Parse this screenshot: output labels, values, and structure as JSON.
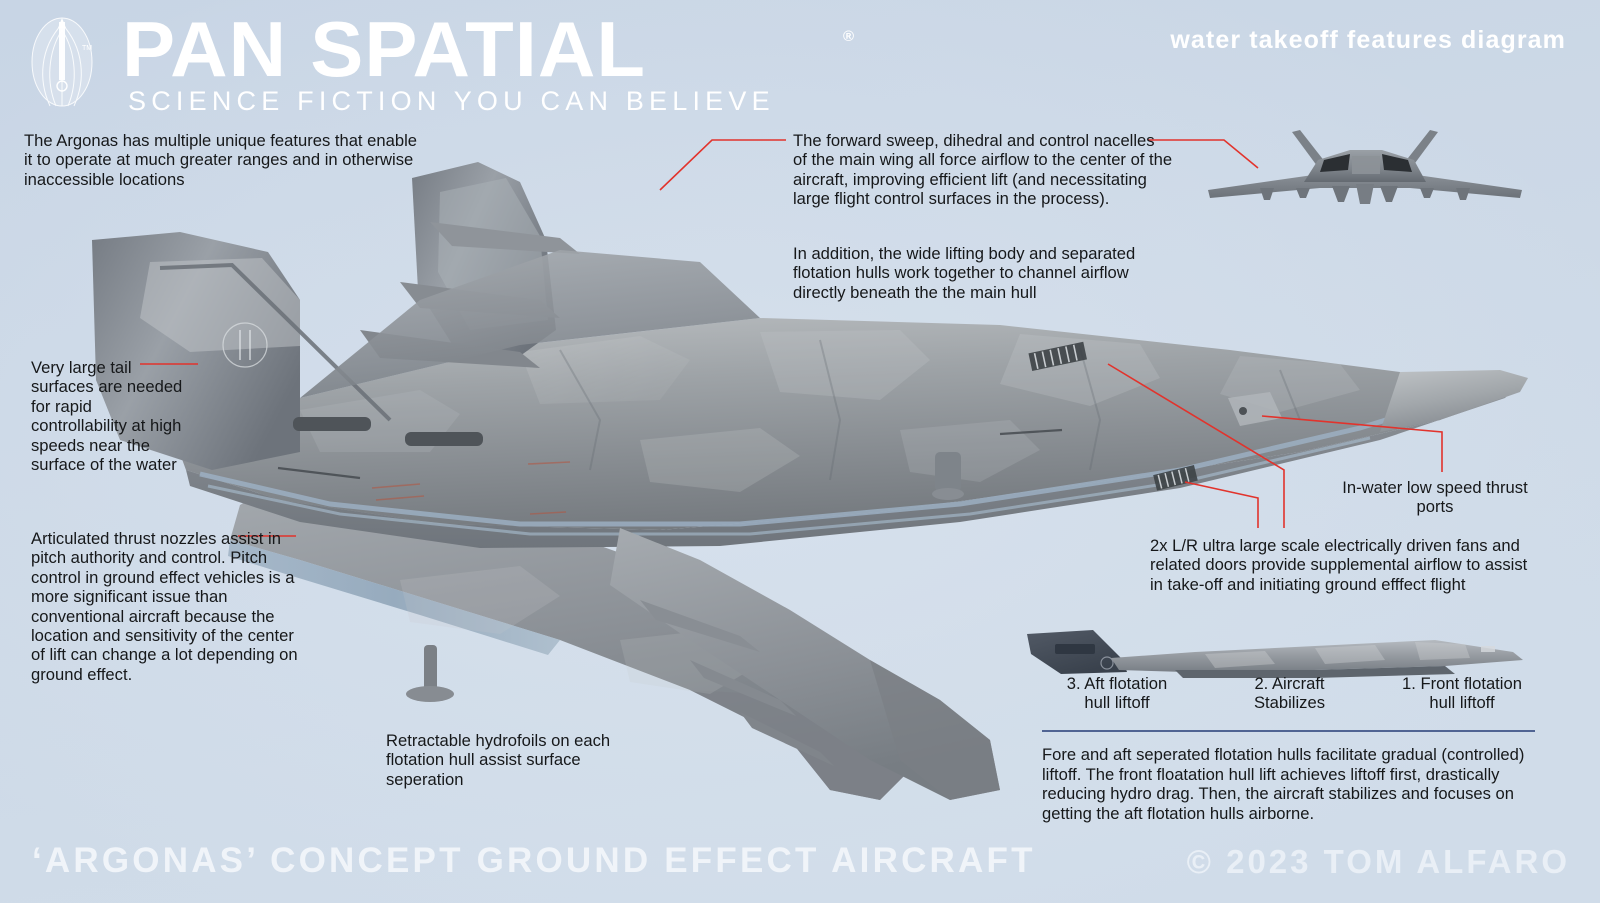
{
  "header": {
    "brand": "PAN SPATIAL",
    "registered_mark": "®",
    "tagline": "SCIENCE FICTION YOU CAN BELIEVE",
    "kicker": "water takeoff features diagram",
    "logo_icon": "pan-spatial-emblem-icon"
  },
  "footer": {
    "title": "‘ARGONAS’ CONCEPT GROUND EFFECT AIRCRAFT",
    "copyright": "© 2023  TOM ALFARO"
  },
  "annotations": {
    "intro": "The Argonas has multiple unique features that enable it to operate at much greater ranges and in otherwise inaccessible locations",
    "wing": "The forward sweep, dihedral and control nacelles of the main wing all force airflow to the center of the aircraft, improving efficient lift (and necessitating large flight control surfaces in the process).",
    "wing_secondary": "In addition, the wide lifting body and separated flotation hulls work together to channel airflow directly beneath the the main hull",
    "tail": "Very large tail surfaces are needed for rapid controllability at high speeds near the surface of the water",
    "nozzles": "Articulated thrust nozzles assist in pitch authority and control.  Pitch control in ground effect vehicles is a more significant issue than conventional aircraft because the location and sensitivity of the center of lift can change a lot depending on ground effect.",
    "hydrofoils": "Retractable hydrofoils on each flotation hull assist surface seperation",
    "thrust_ports": "In-water low speed thrust ports",
    "fans": "2x L/R ultra large scale electrically driven fans and related doors provide supplemental airflow to assist in take-off and initiating ground efffect flight",
    "liftoff_sequence_text": "Fore and aft seperated flotation hulls facilitate gradual (controlled) liftoff.  The front floatation hull lift achieves liftoff first, drastically reducing hydro drag.  Then, the aircraft stabilizes and focuses on getting the aft flotation hulls airborne."
  },
  "liftoff_sequence": [
    {
      "label": "3. Aft flotation\nhull liftoff"
    },
    {
      "label": "2. Aircraft\nStabilizes"
    },
    {
      "label": "1. Front flotation\nhull liftoff"
    }
  ],
  "views": {
    "main": "argonas-top-three-quarter-view",
    "front": "argonas-front-view",
    "side": "argonas-side-profile-view"
  },
  "colors": {
    "background": "#ccd8e6",
    "leader_line": "#e2332c",
    "header_text": "#ffffff",
    "body_text": "#16181a",
    "divider": "#3a4f84",
    "metal_dark": "#5f666e",
    "metal_mid": "#8d929a",
    "metal_light": "#b3b8bd"
  }
}
